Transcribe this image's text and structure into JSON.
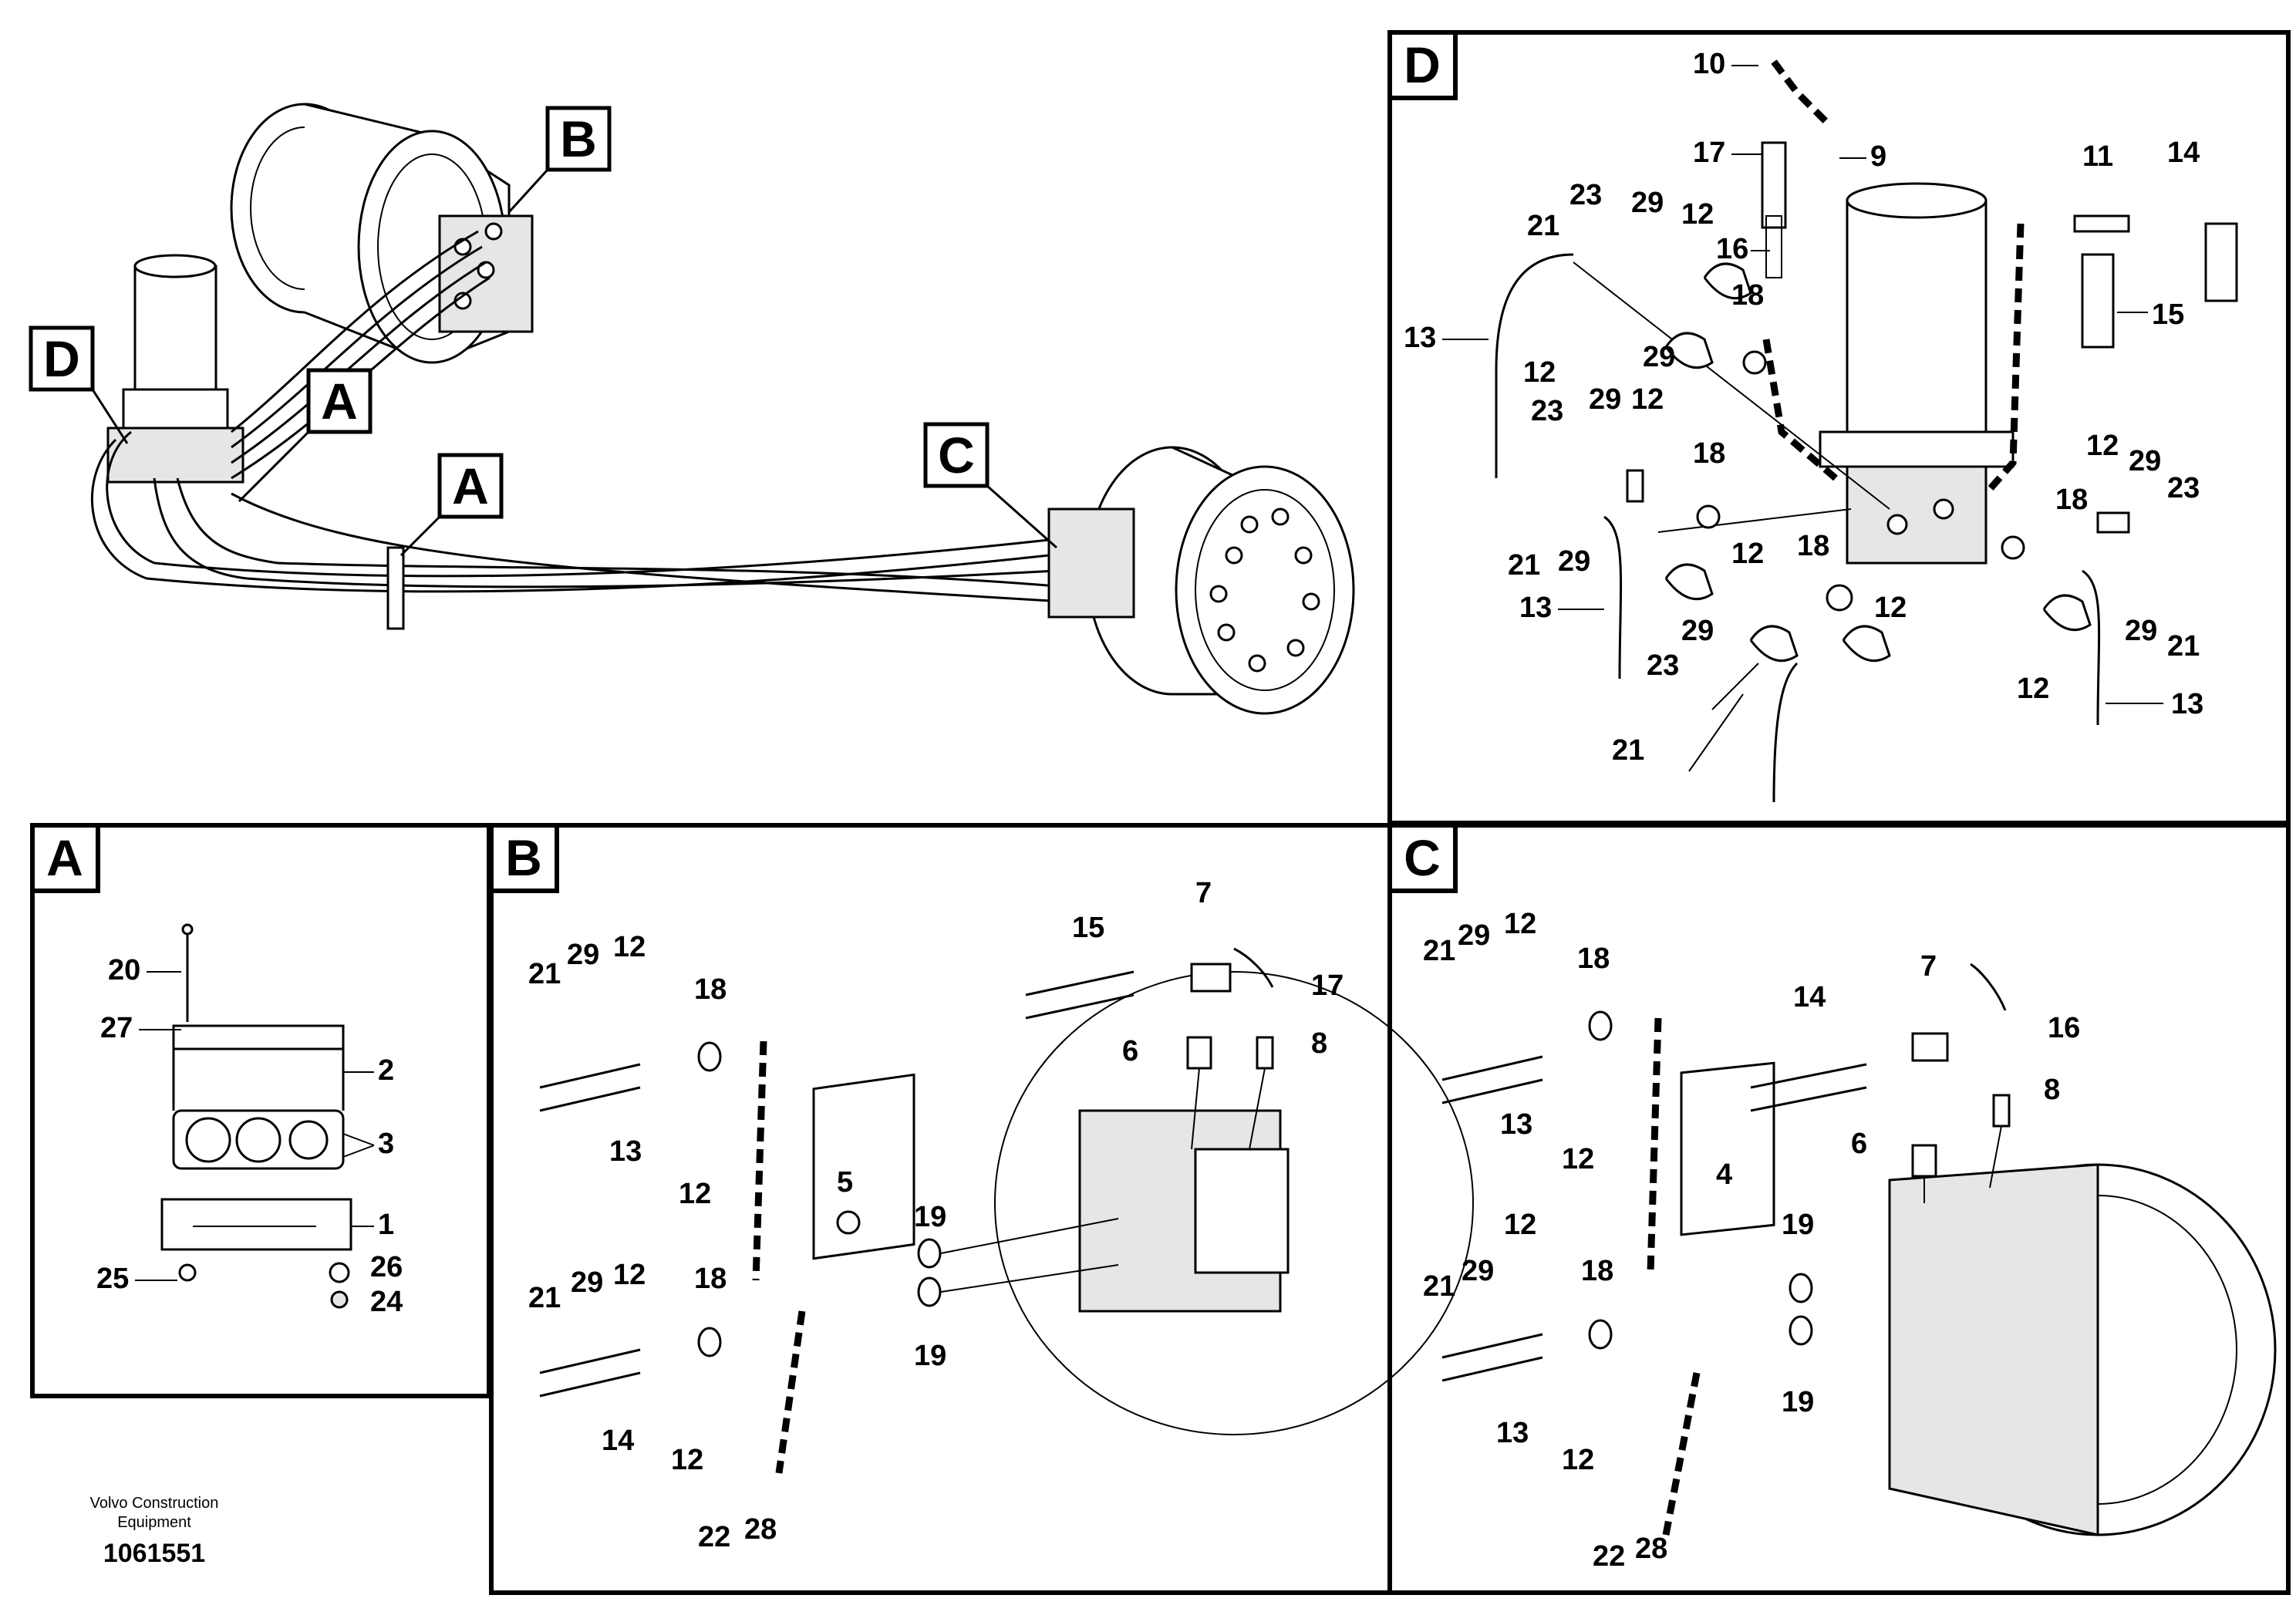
{
  "panels": {
    "A": "A",
    "B": "B",
    "C": "C",
    "D": "D"
  },
  "overview_labels": {
    "B": "B",
    "D": "D",
    "A1": "A",
    "A2": "A",
    "C": "C"
  },
  "footer": {
    "line1": "Volvo Construction",
    "line2": "Equipment",
    "ref": "1061551"
  },
  "callouts": {
    "A": [
      "20",
      "27",
      "2",
      "3",
      "1",
      "25",
      "26",
      "24"
    ],
    "B": [
      "21",
      "29",
      "12",
      "18",
      "13",
      "12",
      "21",
      "29",
      "12",
      "18",
      "14",
      "12",
      "5",
      "19",
      "19",
      "22",
      "28",
      "15",
      "7",
      "17",
      "6",
      "8"
    ],
    "C": [
      "21",
      "29",
      "12",
      "18",
      "13",
      "12",
      "21",
      "29",
      "12",
      "18",
      "13",
      "12",
      "4",
      "19",
      "19",
      "22",
      "28",
      "14",
      "7",
      "16",
      "6",
      "8"
    ],
    "D": [
      "10",
      "17",
      "9",
      "16",
      "23",
      "29",
      "12",
      "21",
      "18",
      "13",
      "12",
      "29",
      "23",
      "29",
      "12",
      "18",
      "21",
      "29",
      "13",
      "12",
      "23",
      "29",
      "21",
      "18",
      "12",
      "11",
      "14",
      "15",
      "12",
      "29",
      "23",
      "18",
      "29",
      "21",
      "12",
      "13"
    ]
  },
  "colors": {
    "ink": "#000000",
    "paper": "#ffffff",
    "shade": "#e6e6e6"
  }
}
